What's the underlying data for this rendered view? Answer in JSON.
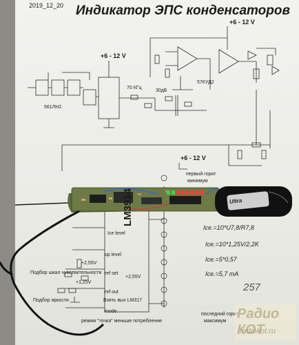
{
  "header": {
    "date": "2019_12_20",
    "title": "Индикатор ЭПС конденсаторов"
  },
  "supply": {
    "top_right": "+6 - 12 V",
    "top_left": "+6 - 12 V",
    "middle": "+6 - 12 V"
  },
  "schematic": {
    "chip_left": "561ЛН2",
    "chip_mid": "57КУД2",
    "freq": "70 КГц",
    "gain": "30дБ",
    "chip_display": "LM3914",
    "labels": {
      "first_lit": "первый горит",
      "minimum": "минимум",
      "last_lit": "последний горит",
      "maximum": "максимум",
      "ice_level": "Ice level",
      "up_level": "up level",
      "ref_set": "ref set",
      "ref_out": "ref out",
      "mode": "mode",
      "mode_note": "режим \"точка\" меньше потребление",
      "v_pos": "+2,55V",
      "v_pos2": "+1,25V",
      "v_pos3": "+2,55V",
      "scale_sel": "Подбор шкал чувствительности",
      "brightness_sel": "Подбор яркости",
      "lm317_note": "Взять вых LM317"
    }
  },
  "formulas": [
    "Ice.=10*U7,8/R7,8",
    "Ice.=10*1,25V/2,2K",
    "Ice.=5*0,57",
    "Ice.=5,7 mA"
  ],
  "annotation": "257",
  "watermark": {
    "main": "Радио КОТ",
    "site": "radiokot.ru"
  },
  "board": {
    "battery_label": "Ultra"
  }
}
